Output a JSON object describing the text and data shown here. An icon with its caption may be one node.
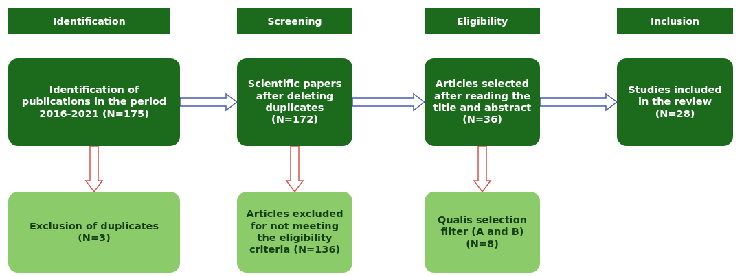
{
  "diagram": {
    "nodes": [
      {
        "text": [
          "Identification"
        ]
      },
      {
        "text": [
          "Screening"
        ]
      },
      {
        "text": [
          "Eligibility"
        ]
      },
      {
        "text": [
          "Inclusion"
        ]
      },
      {
        "text": [
          "Identification of publications in the period 2016-2021 (N=175)"
        ]
      },
      {
        "text": [
          "Exclusion of duplicates (N=3)"
        ]
      },
      {
        "text": [
          "Scientific papers after deleting duplicates (N=172)"
        ]
      },
      {
        "text": [
          "Articles excluded for not meeting the eligibility criteria (N=136)"
        ]
      },
      {
        "text": [
          "Articles selected after reading the title and abstract (N=36)"
        ]
      },
      {
        "text": [
          "Qualis selection filter (A and B) (N=8)"
        ]
      },
      {
        "text": [
          "Studies included in the review (N=28)"
        ]
      }
    ],
    "edges": [
      {
        "from": 4,
        "to": 6,
        "arrow": "to",
        "color": "#4a5bb0"
      },
      {
        "from": 6,
        "to": 8,
        "arrow": "to",
        "color": "#4a5bb0"
      },
      {
        "from": 8,
        "to": 10,
        "arrow": "to",
        "color": "#4a5bb0"
      },
      {
        "from": 4,
        "to": 5,
        "arrow": "to",
        "color": "#d9534f"
      },
      {
        "from": 6,
        "to": 7,
        "arrow": "to",
        "color": "#d9534f"
      },
      {
        "from": 8,
        "to": 9,
        "arrow": "to",
        "color": "#d9534f"
      }
    ]
  }
}
